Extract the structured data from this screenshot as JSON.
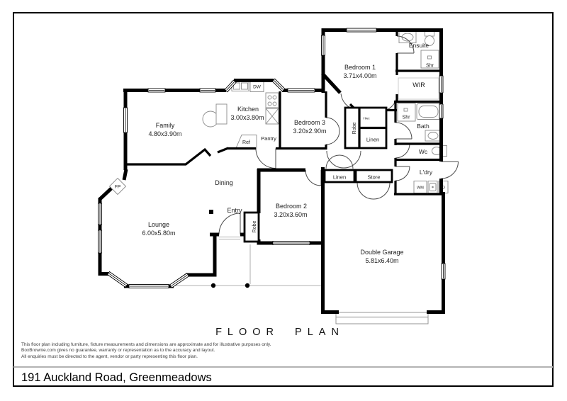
{
  "page": {
    "title": "FLOOR PLAN",
    "address": "191 Auckland Road, Greenmeadows",
    "disclaimer_line1": "This floor plan including furniture, fixture measurements and dimensions are approximate and for illustrative purposes only.",
    "disclaimer_line2": "BoxBrownie.com gives no guarantee, warranty or representation as to the accuracy and layout.",
    "disclaimer_line3": "All enquiries must be directed to the agent, vendor or party representing this floor plan."
  },
  "rooms": {
    "family": {
      "name": "Family",
      "dims": "4.80x3.90m"
    },
    "lounge": {
      "name": "Lounge",
      "dims": "6.00x5.80m"
    },
    "kitchen": {
      "name": "Kitchen",
      "dims": "3.00x3.80m"
    },
    "dining": {
      "name": "Dining"
    },
    "entry": {
      "name": "Entry"
    },
    "bedroom1": {
      "name": "Bedroom 1",
      "dims": "3.71x4.00m"
    },
    "bedroom2": {
      "name": "Bedroom 2",
      "dims": "3.20x3.60m"
    },
    "bedroom3": {
      "name": "Bedroom 3",
      "dims": "3.20x2.90m"
    },
    "ensuite": {
      "name": "Ensuite"
    },
    "wir": {
      "name": "WIR"
    },
    "bath": {
      "name": "Bath"
    },
    "wc": {
      "name": "Wc"
    },
    "laundry": {
      "name": "L'dry"
    },
    "garage": {
      "name": "Double Garage",
      "dims": "5.81x6.40m"
    }
  },
  "fixtures": {
    "dw": "DW",
    "ref": "Ref",
    "pantry": "Pantry",
    "fp": "FP",
    "hwc": "Hwc",
    "robe_hall": "Robe",
    "robe_bed2": "Robe",
    "linen_hall": "Linen",
    "linen_garage": "Linen",
    "store": "Store",
    "shr_ensuite": "Shr",
    "shr_bath": "Shr",
    "wm": "WM",
    "dryer": "D"
  },
  "colors": {
    "wall": "#000000",
    "fixture_line": "#8a8a8a",
    "text": "#1c1c1c",
    "footer_rule": "#b3b3b3"
  }
}
